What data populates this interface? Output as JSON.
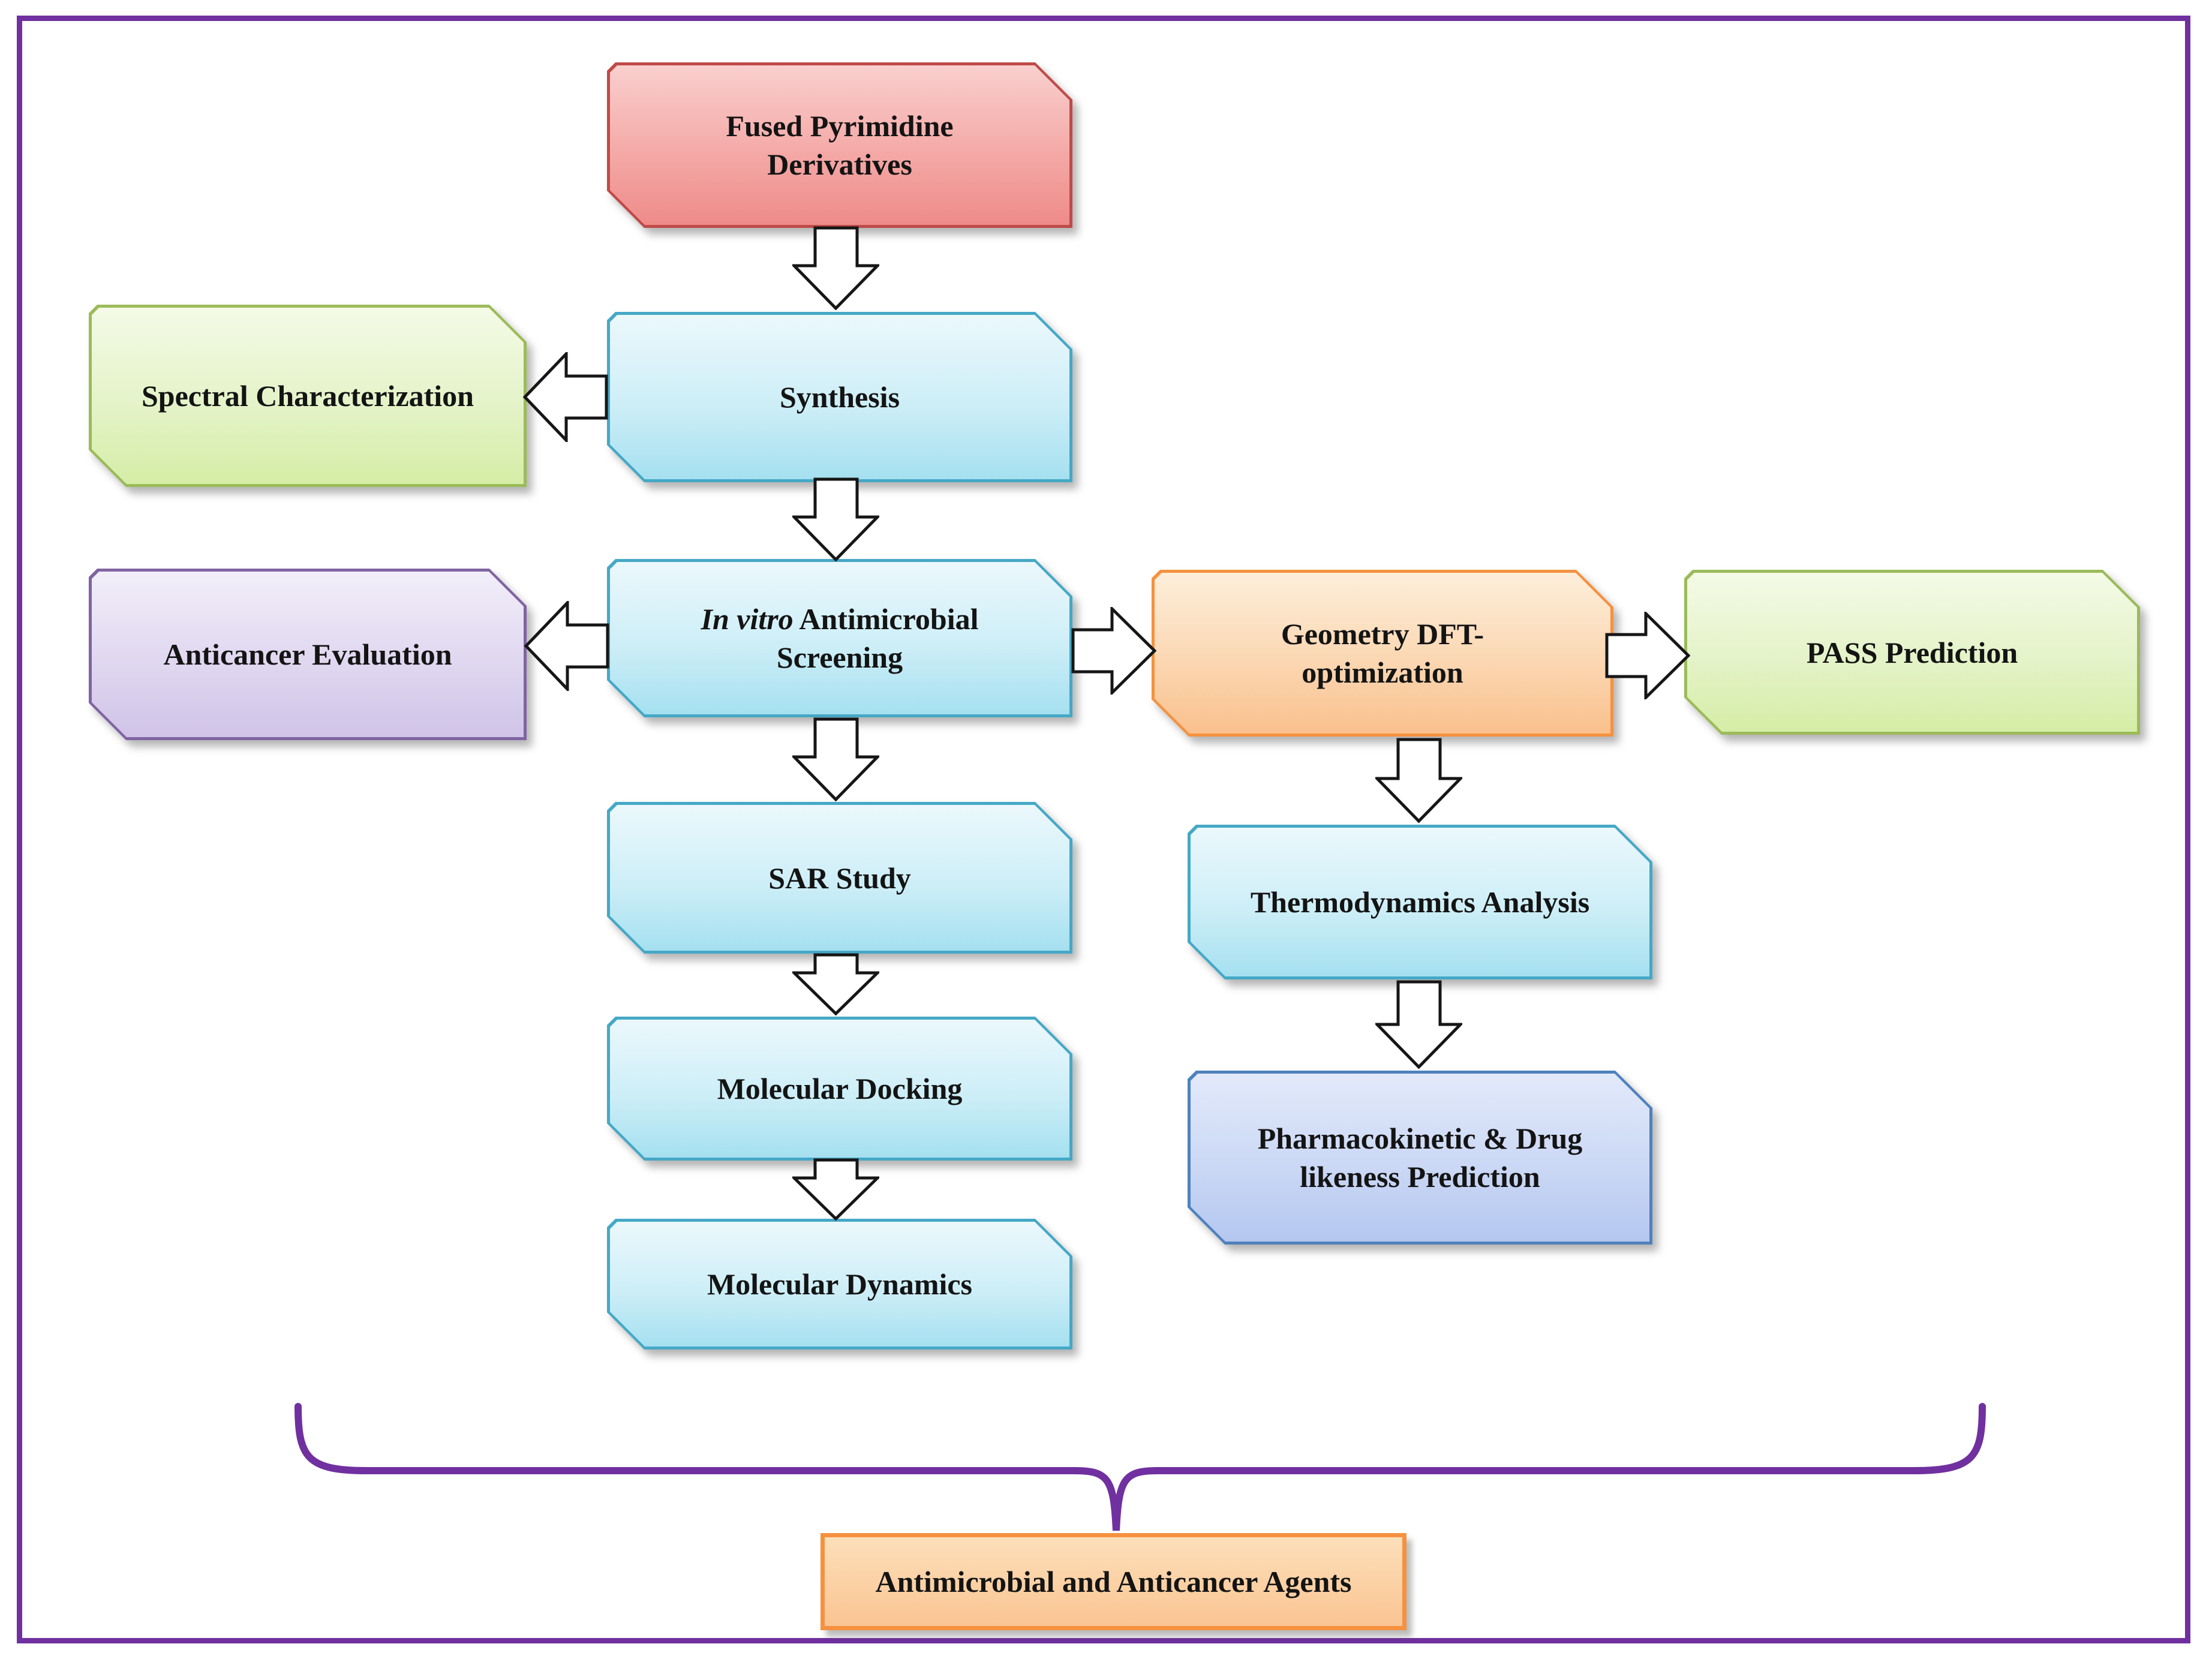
{
  "figure": {
    "type": "research-workflow-flowchart",
    "frame_color": "#7030a0",
    "brace_color": "#7030a0",
    "nodes": {
      "fused": {
        "line1": "Fused Pyrimidine",
        "line2": "Derivatives",
        "fill": "#f4a9a7",
        "border": "#bf4b49"
      },
      "synthesis": {
        "line1": "Synthesis",
        "fill": "#cdeef7",
        "border": "#45a8c6"
      },
      "spectral": {
        "line1": "Spectral Characterization",
        "fill": "#e4f3c8",
        "border": "#9bbb59"
      },
      "screening": {
        "line1_italic": "In vitro",
        "line1_rest": " Antimicrobial",
        "line2": "Screening",
        "fill": "#cdeef7",
        "border": "#45a8c6"
      },
      "anticancer": {
        "line1": "Anticancer Evaluation",
        "fill": "#e0d7f0",
        "border": "#8064a2"
      },
      "geometry": {
        "line1": "Geometry DFT-",
        "line2": "optimization",
        "fill": "#fbd7b2",
        "border": "#f5913f"
      },
      "pass": {
        "line1": "PASS Prediction",
        "fill": "#e4f3c8",
        "border": "#9bbb59"
      },
      "sar": {
        "line1": "SAR Study",
        "fill": "#cdeef7",
        "border": "#45a8c6"
      },
      "docking": {
        "line1": "Molecular Docking",
        "fill": "#cdeef7",
        "border": "#45a8c6"
      },
      "dynamics": {
        "line1": "Molecular Dynamics",
        "fill": "#cdeef7",
        "border": "#45a8c6"
      },
      "thermo": {
        "line1": "Thermodynamics Analysis",
        "fill": "#cdeef7",
        "border": "#45a8c6"
      },
      "pharma": {
        "line1": "Pharmacokinetic & Drug",
        "line2": "likeness Prediction",
        "fill": "#cbd8f5",
        "border": "#4f81bd"
      }
    },
    "final": {
      "label": "Antimicrobial and Anticancer Agents",
      "fill": "#fbcfa2",
      "border": "#f5913f"
    },
    "icons": {
      "down-arrow": "block arrow, white fill, black outline",
      "left-arrow": "block arrow, white fill, black outline",
      "right-arrow": "block arrow, white fill, black outline",
      "brace": "horizontal curly brace pointing down"
    }
  }
}
